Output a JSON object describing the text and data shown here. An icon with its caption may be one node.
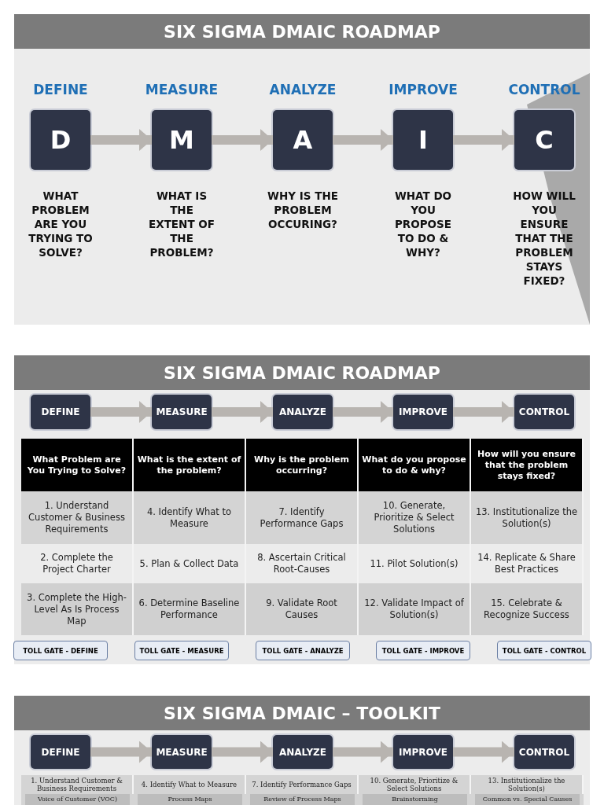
{
  "diagram": {
    "nodes": [
      {
        "text": [
          "SIX SIGMA DMAIC ROADMAP"
        ]
      },
      {
        "text": [
          "DEFINE",
          "D"
        ],
        "in": 0,
        "beside": [
          "WHAT PROBLEM ARE YOU TRYING TO SOLVE?"
        ]
      },
      {
        "text": [
          "MEASURE",
          "M"
        ],
        "in": 0,
        "beside": [
          "WHAT IS THE EXTENT OF THE PROBLEM?"
        ]
      },
      {
        "text": [
          "ANALYZE",
          "A"
        ],
        "in": 0,
        "beside": [
          "WHY IS THE PROBLEM OCCURING?"
        ]
      },
      {
        "text": [
          "IMPROVE",
          "I"
        ],
        "in": 0,
        "beside": [
          "WHAT DO YOU PROPOSE TO DO & WHY?"
        ]
      },
      {
        "text": [
          "CONTROL",
          "C"
        ],
        "in": 0,
        "beside": [
          "HOW WILL YOU ENSURE THAT THE PROBLEM STAYS FIXED?"
        ]
      },
      {
        "text": [
          "SIX SIGMA DMAIC ROADMAP"
        ]
      },
      {
        "text": [
          "DEFINE"
        ],
        "in": 6
      },
      {
        "text": [
          "MEASURE"
        ],
        "in": 6
      },
      {
        "text": [
          "ANALYZE"
        ],
        "in": 6
      },
      {
        "text": [
          "IMPROVE"
        ],
        "in": 6
      },
      {
        "text": [
          "CONTROL"
        ],
        "in": 6
      },
      {
        "text": [
          "TOLL GATE - DEFINE"
        ],
        "in": 6
      },
      {
        "text": [
          "TOLL GATE - MEASURE"
        ],
        "in": 6
      },
      {
        "text": [
          "TOLL GATE - ANALYZE"
        ],
        "in": 6
      },
      {
        "text": [
          "TOLL GATE - IMPROVE"
        ],
        "in": 6
      },
      {
        "text": [
          "TOLL GATE - CONTROL"
        ],
        "in": 6
      },
      {
        "text": [
          "SIX SIGMA DMAIC – TOOLKIT"
        ]
      },
      {
        "text": [
          "DEFINE"
        ],
        "in": 17
      },
      {
        "text": [
          "MEASURE"
        ],
        "in": 17
      },
      {
        "text": [
          "ANALYZE"
        ],
        "in": 17
      },
      {
        "text": [
          "IMPROVE"
        ],
        "in": 17
      },
      {
        "text": [
          "CONTROL"
        ],
        "in": 17
      }
    ],
    "edges": [
      {
        "from": 1,
        "to": 2,
        "arrow": "to"
      },
      {
        "from": 2,
        "to": 3,
        "arrow": "to"
      },
      {
        "from": 3,
        "to": 4,
        "arrow": "to"
      },
      {
        "from": 4,
        "to": 5,
        "arrow": "to"
      },
      {
        "from": 7,
        "to": 8,
        "arrow": "to"
      },
      {
        "from": 8,
        "to": 9,
        "arrow": "to"
      },
      {
        "from": 9,
        "to": 10,
        "arrow": "to"
      },
      {
        "from": 10,
        "to": 11,
        "arrow": "to"
      },
      {
        "from": 18,
        "to": 19,
        "arrow": "to"
      },
      {
        "from": 19,
        "to": 20,
        "arrow": "to"
      },
      {
        "from": 20,
        "to": 21,
        "arrow": "to"
      },
      {
        "from": 21,
        "to": 22,
        "arrow": "to"
      }
    ],
    "labels": [
      "What Problem are You Trying to Solve?",
      "What is the extent of the problem?",
      "Why is the problem occurring?",
      "What do you propose to do & why?",
      "How will you ensure that the problem stays fixed?",
      "1. Understand Customer & Business Requirements",
      "4. Identify What to Measure",
      "7. Identify Performance Gaps",
      "10. Generate, Prioritize & Select Solutions",
      "13. Institutionalize the Solution(s)",
      "2. Complete the Project Charter",
      "5. Plan & Collect Data",
      "8. Ascertain Critical Root-Causes",
      "11. Pilot Solution(s)",
      "14. Replicate & Share Best Practices",
      "3. Complete the High-Level As Is Process Map",
      "6. Determine Baseline Performance",
      "9. Validate Root Causes",
      "12. Validate Impact of Solution(s)",
      "15. Celebrate & Recognize Success",
      "1. Understand Customer & Business Requirements",
      "4. Identify What to Measure",
      "7. Identify Performance Gaps",
      "10. Generate, Prioritize & Select Solutions",
      "13. Institutionalize the Solution(s)",
      "Voice of Customer (VOC)",
      "Process Maps",
      "Review of Process Maps",
      "Brainstorming",
      "Common vs. Special Causes"
    ]
  }
}
